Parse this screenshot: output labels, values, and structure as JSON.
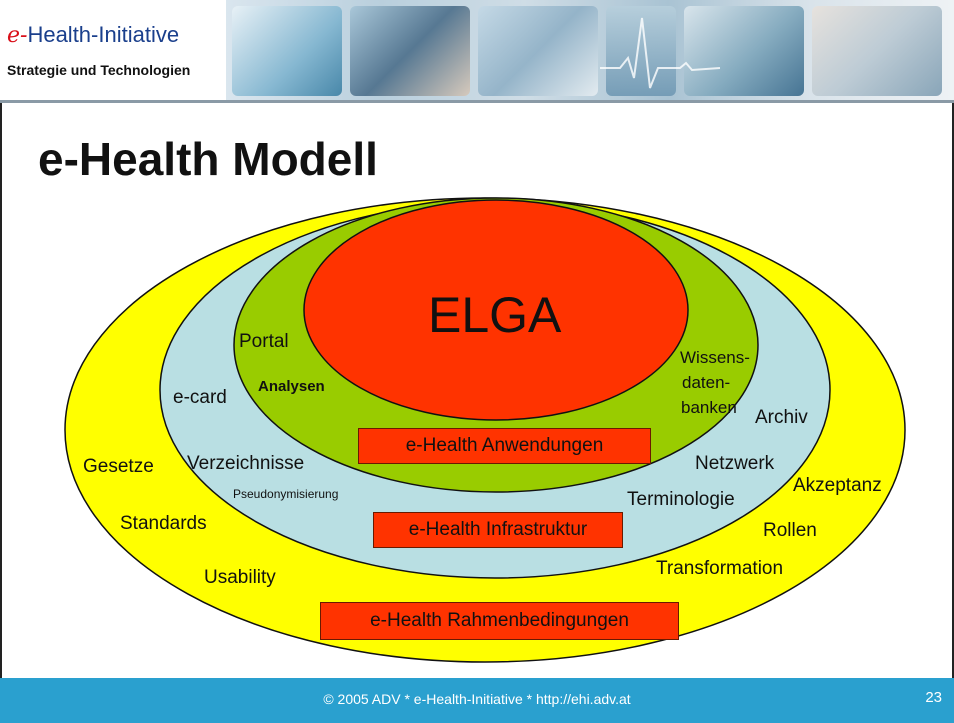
{
  "header": {
    "logo_prefix": "e-",
    "logo_title": "Health-Initiative",
    "logo_subtitle": "Strategie und Technologien"
  },
  "slide": {
    "title": "e-Health Modell"
  },
  "diagram": {
    "core_label": "ELGA",
    "layer_boxes": {
      "anwendungen": "e-Health Anwendungen",
      "infrastruktur": "e-Health Infrastruktur",
      "rahmenbedingungen": "e-Health Rahmenbedingungen"
    },
    "green_ring_labels": {
      "portal": "Portal",
      "analysen": "Analysen",
      "wissens_line1": "Wissens-",
      "wissens_line2": "daten-",
      "wissens_line3": "banken"
    },
    "blue_ring_labels": {
      "ecard": "e-card",
      "verzeichnisse": "Verzeichnisse",
      "pseudonymisierung": "Pseudonymisierung",
      "archiv": "Archiv",
      "netzwerk": "Netzwerk",
      "terminologie": "Terminologie"
    },
    "yellow_ring_labels": {
      "gesetze": "Gesetze",
      "standards": "Standards",
      "usability": "Usability",
      "akzeptanz": "Akzeptanz",
      "rollen": "Rollen",
      "transformation": "Transformation"
    },
    "colors": {
      "outer": "#ffff00",
      "middle": "#b9dfe3",
      "inner": "#99cc00",
      "core": "#ff3300"
    }
  },
  "footer": {
    "copyright": "© 2005 ADV   *   e-Health-Initiative   *   http://ehi.adv.at",
    "page_number": "23"
  }
}
